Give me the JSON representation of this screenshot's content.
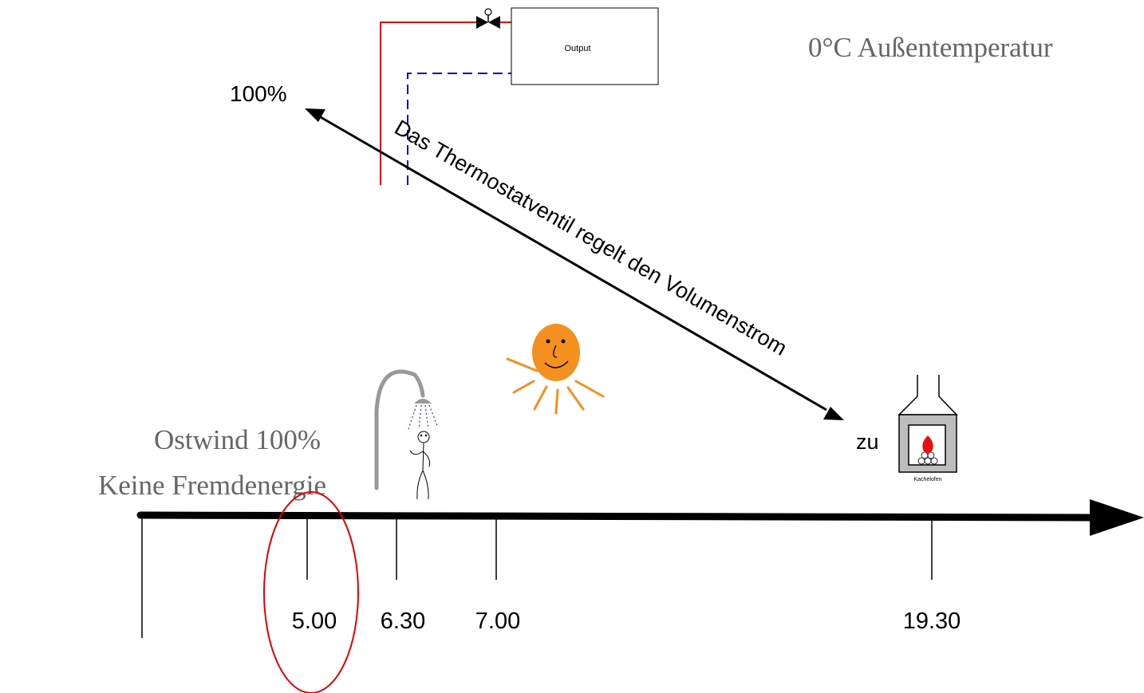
{
  "header": {
    "temperature_note": "0°C Außentemperatur"
  },
  "valve_schematic": {
    "output_label": "Output"
  },
  "flow_arrow": {
    "max_label": "100%",
    "caption": "Das Thermostatventil regelt den Volumenstrom",
    "closed_label": "zu"
  },
  "conditions": {
    "line1": "Ostwind 100%",
    "line2": "Keine Fremdenergie"
  },
  "stove": {
    "label": "Kachelofen"
  },
  "timeline": {
    "ticks": [
      {
        "label": "",
        "icon": ""
      },
      {
        "label": "5.00",
        "icon": "",
        "highlighted": true
      },
      {
        "label": "6.30",
        "icon": "shower-icon"
      },
      {
        "label": "7.00",
        "icon": "sun-icon"
      },
      {
        "label": "19.30",
        "icon": "tiled-stove-icon"
      }
    ]
  },
  "colors": {
    "supply_pipe": "#dd0000",
    "return_pipe": "#0000cc",
    "sun": "#f39020",
    "highlight_circle": "#e00000",
    "caption_text": "#666666"
  }
}
